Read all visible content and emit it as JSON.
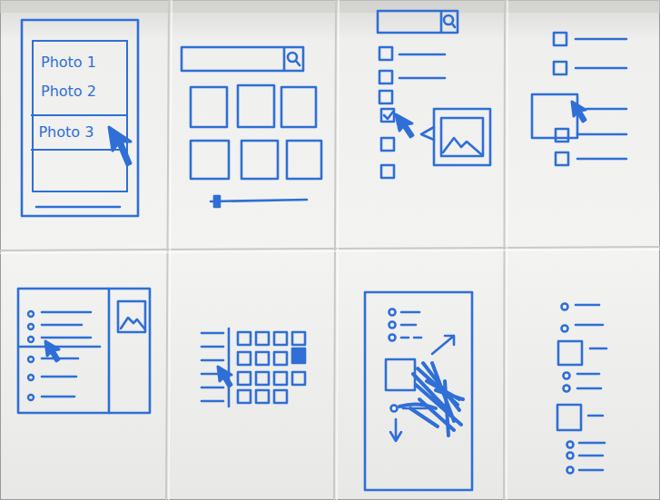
{
  "diagram": {
    "nodes": [
      {
        "text": [
          "Photo 1",
          "Photo 2"
        ]
      },
      {
        "text": [
          "Photo 3"
        ],
        "in": 0
      }
    ]
  }
}
